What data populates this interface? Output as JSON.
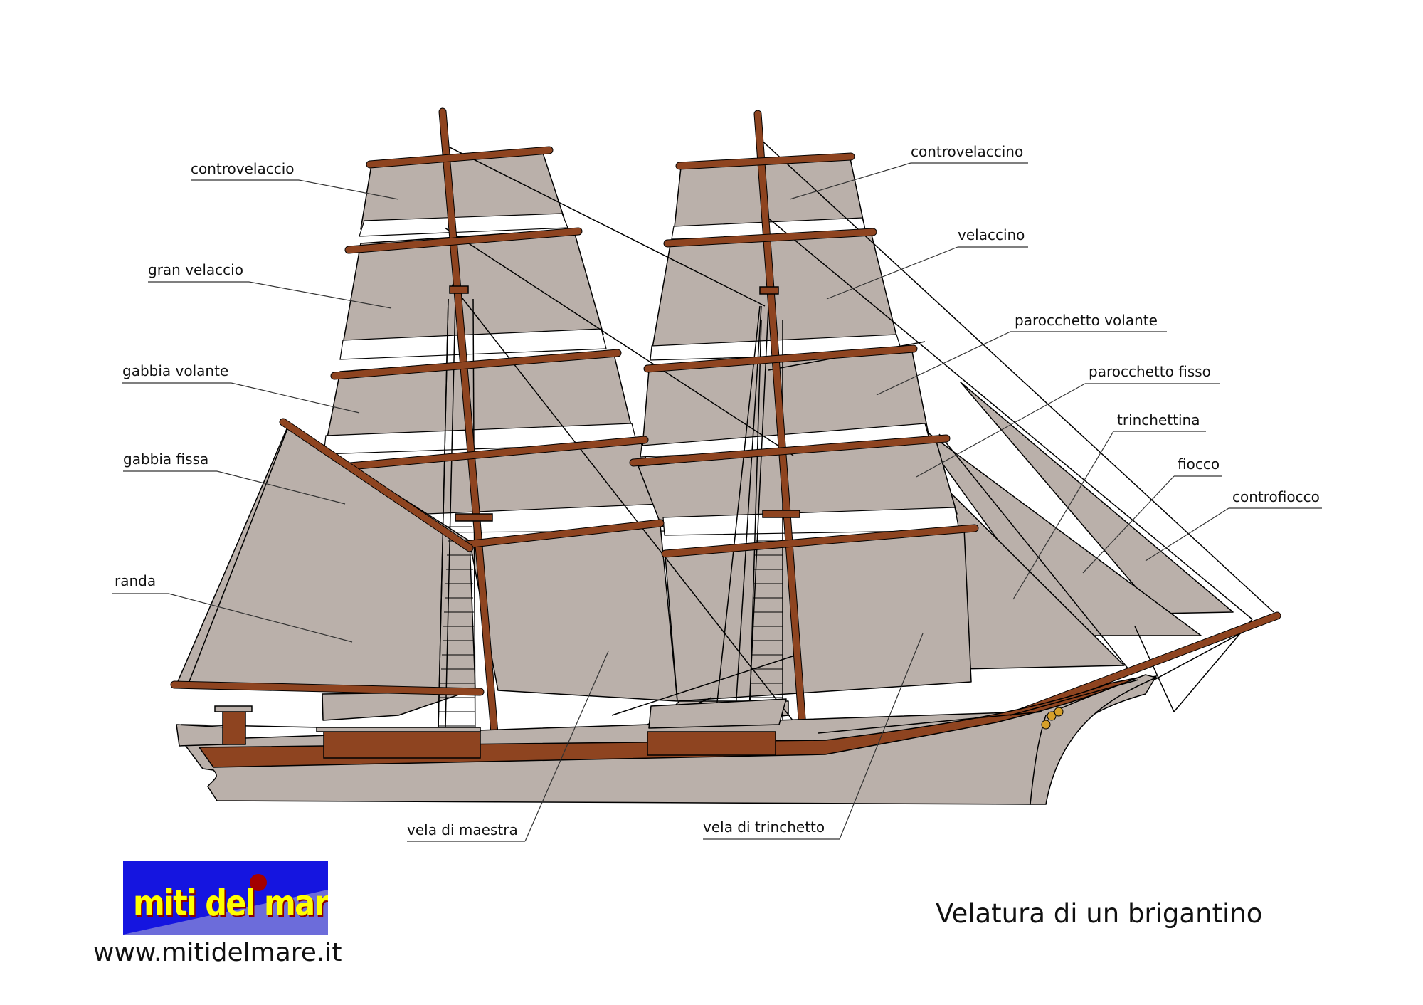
{
  "title": "Velatura di un brigantino",
  "website": "www.mitidelmare.it",
  "logo": {
    "text": "miti del mare",
    "background": "#1515e0",
    "text_color": "#ffff00"
  },
  "colors": {
    "sail": "#bab0aa",
    "wood": "#8e4420",
    "line": "#000000"
  },
  "labels": {
    "controvelaccio": "controvelaccio",
    "gran_velaccio": "gran velaccio",
    "gabbia_volante": "gabbia volante",
    "gabbia_fissa": "gabbia fissa",
    "randa": "randa",
    "vela_di_maestra": "vela di maestra",
    "vela_di_trinchetto": "vela di trinchetto",
    "controvelaccino": "controvelaccino",
    "velaccino": "velaccino",
    "parocchetto_volante": "parocchetto volante",
    "parocchetto_fisso": "parocchetto fisso",
    "trinchettina": "trinchettina",
    "fiocco": "fiocco",
    "controfiocco": "controfiocco"
  }
}
